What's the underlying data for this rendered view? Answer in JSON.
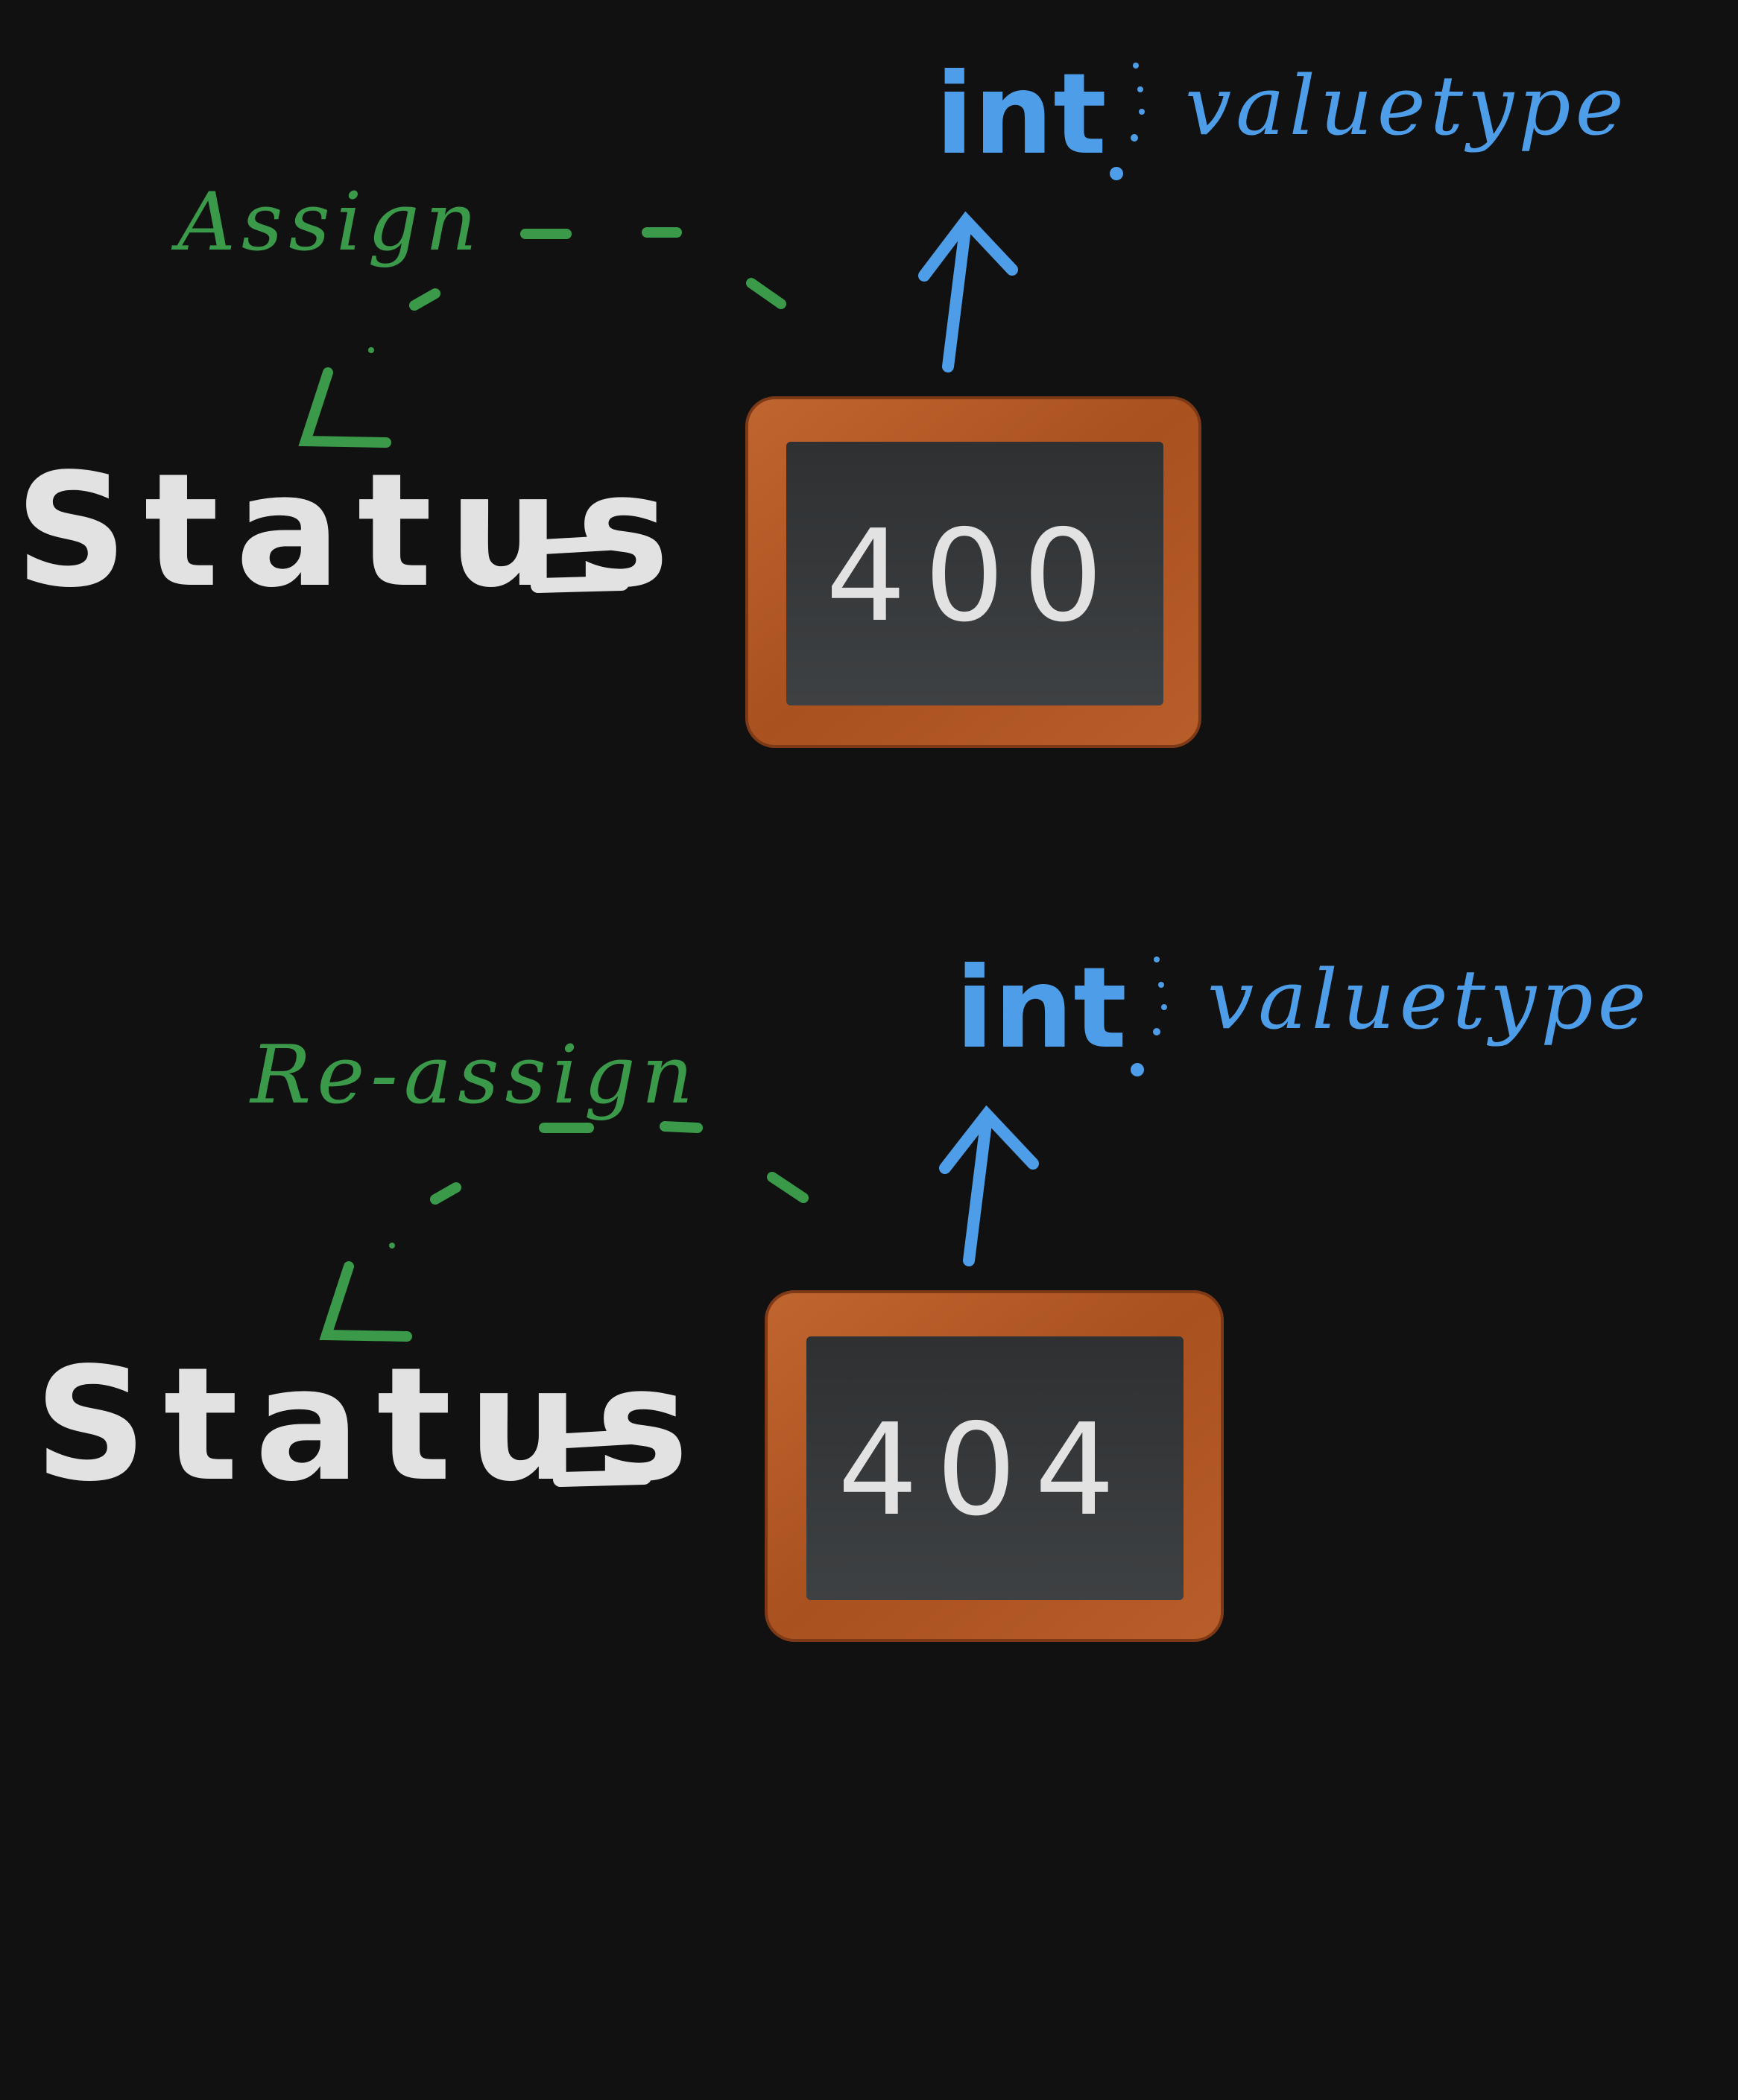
{
  "colors": {
    "background": "#111111",
    "chalk_white": "#e2e2e2",
    "assign_green": "#3a9a4a",
    "type_blue": "#4d9de8",
    "frame_wood": "#b55a2a",
    "frame_wood_dark": "#8a3f1a",
    "slate": "#3a3c3e"
  },
  "blocks": [
    {
      "action": "Assign",
      "variable": "Status",
      "equals": "=",
      "value": "400",
      "type_name": "int",
      "type_kind": "valuetype"
    },
    {
      "action": "Re-assign",
      "variable": "Status",
      "equals": "=",
      "value": "404",
      "type_name": "int",
      "type_kind": "valuetype"
    }
  ]
}
